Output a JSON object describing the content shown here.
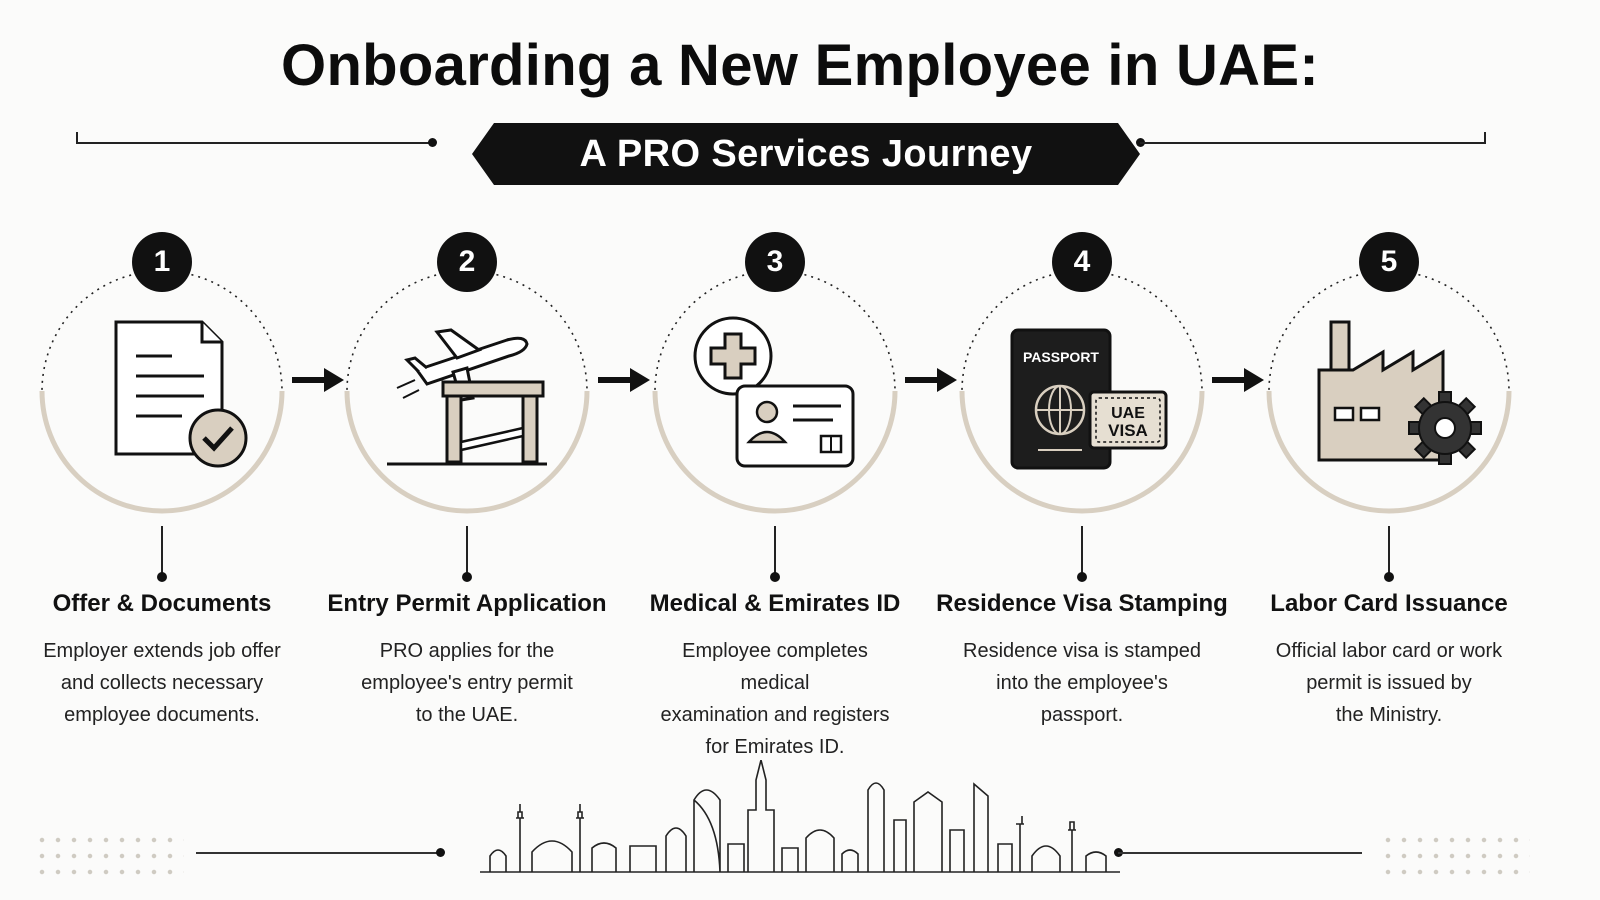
{
  "title": "Onboarding a New Employee in UAE:",
  "subtitle": "A PRO Services Journey",
  "colors": {
    "accent": "#d8cfc1",
    "ink": "#111111",
    "icon_fill": "#d9cfc0"
  },
  "steps": [
    {
      "number": "1",
      "title": "Offer & Documents",
      "desc_lines": [
        "Employer extends job offer",
        "and collects necessary",
        "employee documents."
      ],
      "icon": "document-check-icon"
    },
    {
      "number": "2",
      "title": "Entry Permit Application",
      "desc_lines": [
        "PRO applies for the",
        "employee's entry permit",
        "to the UAE."
      ],
      "icon": "airplane-gate-icon"
    },
    {
      "number": "3",
      "title": "Medical & Emirates ID",
      "desc_lines": [
        "Employee completes medical",
        "examination and registers",
        "for Emirates ID."
      ],
      "icon": "medical-id-card-icon"
    },
    {
      "number": "4",
      "title": "Residence Visa Stamping",
      "desc_lines": [
        "Residence visa is stamped",
        "into the employee's",
        "passport."
      ],
      "icon": "passport-visa-icon",
      "passport_label": "PASSPORT",
      "stamp_line1": "UAE",
      "stamp_line2": "VISA"
    },
    {
      "number": "5",
      "title": "Labor Card Issuance",
      "desc_lines": [
        "Official labor card or work",
        "permit is issued by",
        "the Ministry."
      ],
      "icon": "factory-gear-icon"
    }
  ]
}
